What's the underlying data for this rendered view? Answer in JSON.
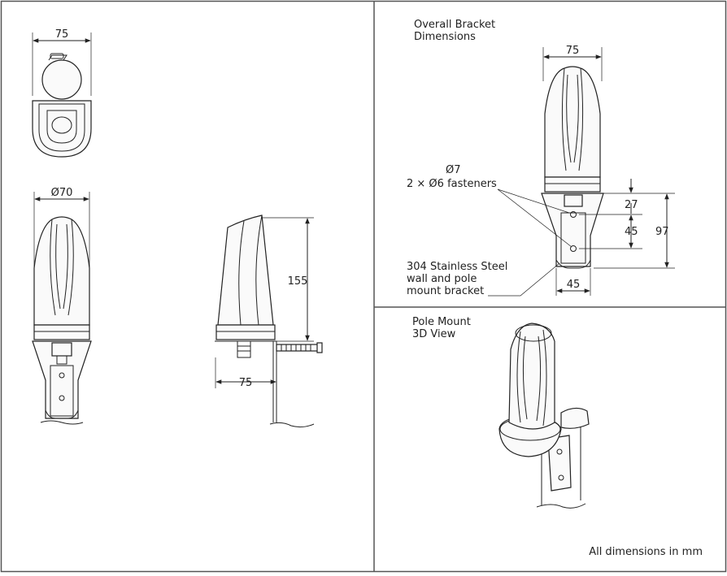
{
  "frame": {
    "border_color": "#555555"
  },
  "top_view": {
    "width_label": "75"
  },
  "front_view": {
    "diameter_label": "Ø70"
  },
  "side_view": {
    "height_label": "155",
    "depth_label": "75"
  },
  "bracket_panel": {
    "title_line1": "Overall Bracket",
    "title_line2": "Dimensions",
    "width_label": "75",
    "callout_d7": "Ø7",
    "callout_fasteners": "2 × Ø6 fasteners",
    "dim_27": "27",
    "dim_45_vertical": "45",
    "dim_97": "97",
    "dim_45_horizontal": "45",
    "material_line1": "304 Stainless Steel",
    "material_line2": "wall and pole",
    "material_line3": "mount bracket"
  },
  "pole_panel": {
    "title_line1": "Pole Mount",
    "title_line2": "3D View"
  },
  "footer": {
    "units_note": "All dimensions in mm"
  }
}
